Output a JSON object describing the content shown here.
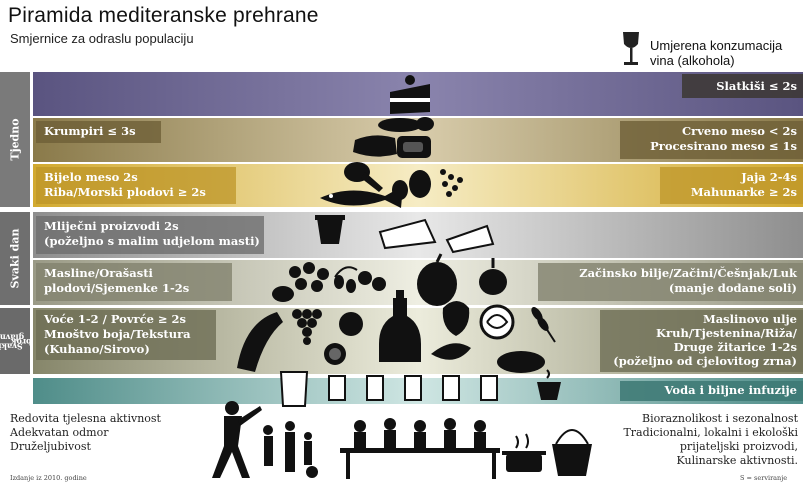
{
  "header": {
    "title": "Piramida mediteranske prehrane",
    "subtitle": "Smjernice za odraslu populaciju",
    "wine_line1": "Umjerena konzumacija",
    "wine_line2": "vina (alkohola)"
  },
  "sections": {
    "weekly": "Tjedno",
    "daily": "Svaki dan",
    "main_meal_line1": "Svaki glavni",
    "main_meal_line2": "obrok"
  },
  "rows": {
    "sweets": "Slatkiši ≤ 2s",
    "potatoes": "Krumpiri ≤ 3s",
    "red_meat": "Crveno meso < 2s",
    "processed_meat": "Procesirano meso ≤ 1s",
    "white_meat": "Bijelo meso 2s",
    "fish": "Riba/Morski plodovi ≥ 2s",
    "eggs": "Jaja 2-4s",
    "legumes": "Mahunarke ≥ 2s",
    "dairy_line1": "Mliječni proizvodi 2s",
    "dairy_line2": "(poželjno s malim udjelom masti)",
    "olives_line1": "Masline/Orašasti",
    "olives_line2": "plodovi/Sjemenke 1-2s",
    "herbs_line1": "Začinsko bilje/Začini/Češnjak/Luk",
    "herbs_line2": "(manje dodane soli)",
    "fruit_line1": "Voće 1-2 / Povrće ≥ 2s",
    "fruit_line2": "Mnoštvo boja/Tekstura",
    "fruit_line3": "(Kuhano/Sirovo)",
    "oil_line1": "Maslinovo ulje",
    "oil_line2": "Kruh/Tjestenina/Riža/",
    "oil_line3": "Druge žitarice 1-2s",
    "oil_line4": "(poželjno od cjelovitog zrna)",
    "water": "Voda i biljne infuzije"
  },
  "bottom": {
    "left_line1": "Redovita tjelesna aktivnost",
    "left_line2": "Adekvatan odmor",
    "left_line3": "Druželjubivost",
    "right_line1": "Bioraznolikost i sezonalnost",
    "right_line2": "Tradicionalni, lokalni i ekološki",
    "right_line3": "prijateljski proizvodi,",
    "right_line4": "Kulinarske aktivnosti.",
    "footnote_left": "Izdanje iz 2010. godine",
    "footnote_right": "S = serviranje"
  },
  "colors": {
    "sweets_band": "#6b6491",
    "potatoes_band": "#8a7a4a",
    "meat_band": "#d9b845",
    "dairy_band": "#9a9a9a",
    "olives_band": "#9a9a86",
    "fruit_band": "#8a8a70",
    "water_band": "#5f9c98",
    "side_weekly": "#7a7a7a",
    "side_daily": "#6f6f6f"
  }
}
